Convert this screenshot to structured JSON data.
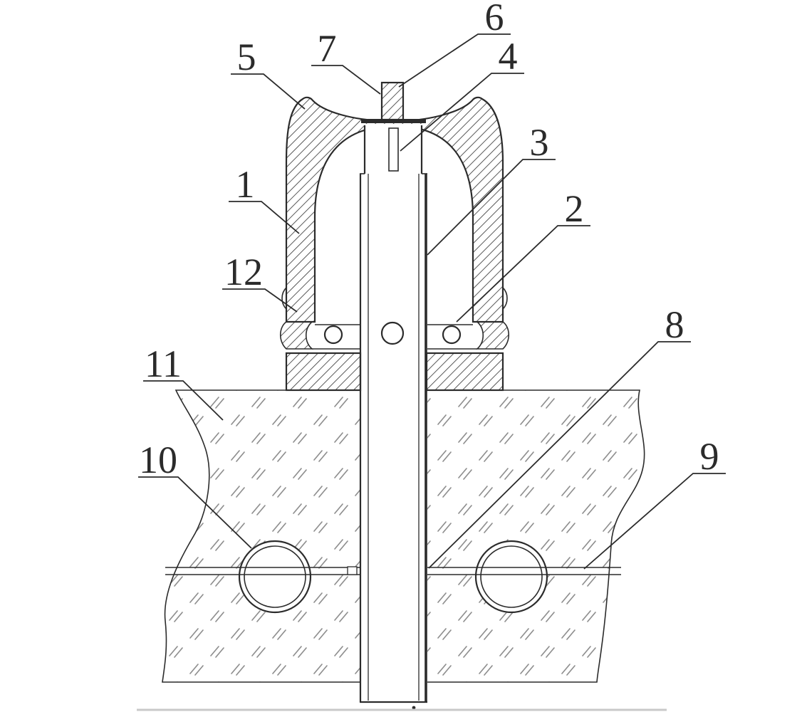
{
  "diagram": {
    "callouts": {
      "c1": "1",
      "c2": "2",
      "c3": "3",
      "c4": "4",
      "c5": "5",
      "c6": "6",
      "c7": "7",
      "c8": "8",
      "c9": "9",
      "c10": "10",
      "c11": "11",
      "c12": "12"
    },
    "colors": {
      "line": "#2b2b2b",
      "dome_hatch": "#3c3c3c",
      "ground_hatch": "#8f8f8f",
      "background": "#ffffff"
    }
  }
}
